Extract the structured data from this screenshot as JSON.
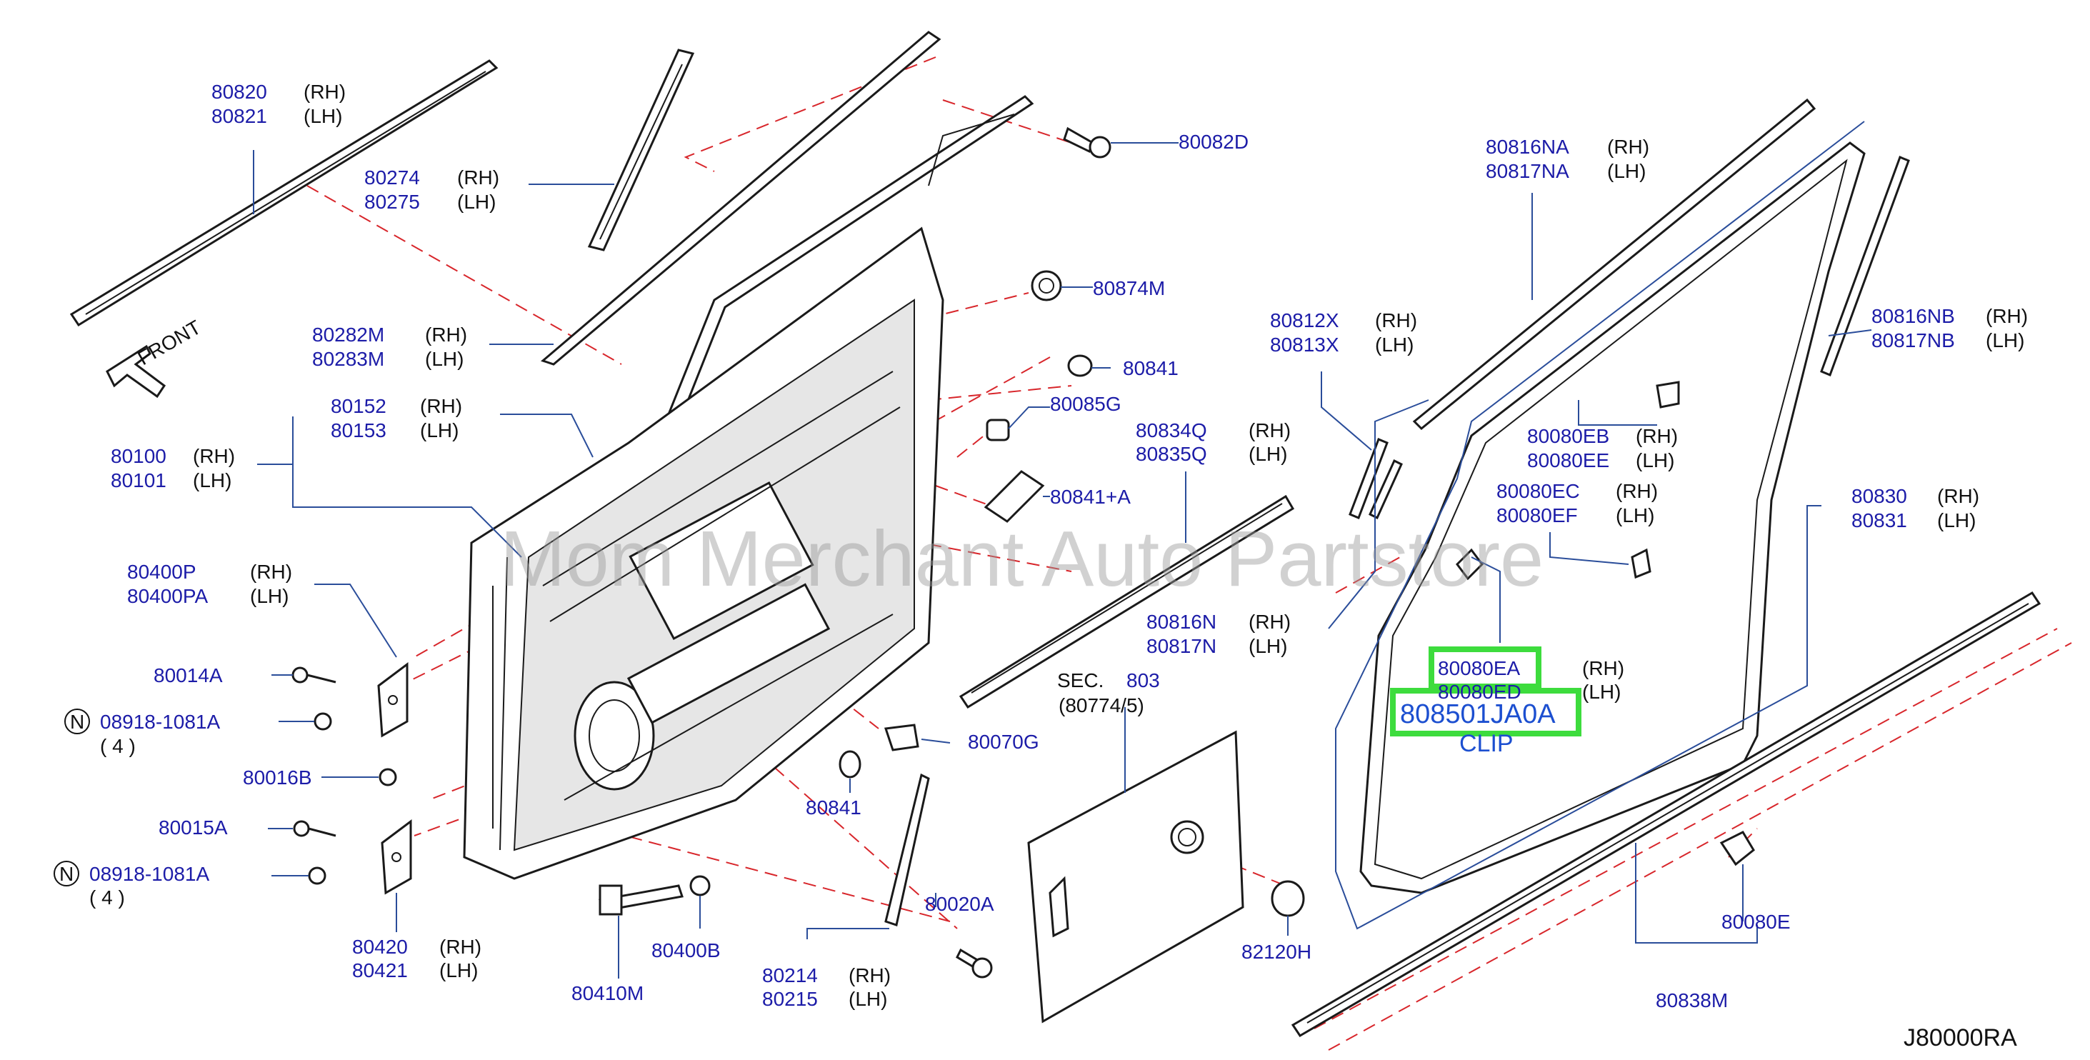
{
  "labels": {
    "l80820": "80820",
    "l80821": "80821",
    "l80274": "80274",
    "l80275": "80275",
    "l80282M": "80282M",
    "l80283M": "80283M",
    "l80152": "80152",
    "l80153": "80153",
    "l80100": "80100",
    "l80101": "80101",
    "l80400P": "80400P",
    "l80400PA": "80400PA",
    "l80014A": "80014A",
    "l08918a": "08918-1081A",
    "l08918a_qty": "( 4 )",
    "l80016B": "80016B",
    "l80015A": "80015A",
    "l08918b": "08918-1081A",
    "l08918b_qty": "( 4 )",
    "l80420": "80420",
    "l80421": "80421",
    "l80410M": "80410M",
    "l80400B": "80400B",
    "l80214": "80214",
    "l80215": "80215",
    "l80020A": "80020A",
    "l80841b": "80841",
    "l80070G": "80070G",
    "l80082D": "80082D",
    "l80874M": "80874M",
    "l80841a": "80841",
    "l80085G": "80085G",
    "l80841A": "80841+A",
    "l80834Q": "80834Q",
    "l80835Q": "80835Q",
    "l80816N": "80816N",
    "l80817N": "80817N",
    "lSEC": "SEC.",
    "lSEC_num": "803",
    "lSEC_ref": "(80774/5)",
    "l82120H": "82120H",
    "l80812X": "80812X",
    "l80813X": "80813X",
    "l80816NA": "80816NA",
    "l80817NA": "80817NA",
    "l80080EB": "80080EB",
    "l80080EE": "80080EE",
    "l80080EC": "80080EC",
    "l80080EF": "80080EF",
    "l80080EA": "80080EA",
    "l80080ED": "80080ED",
    "l808501JA0A": "808501JA0A",
    "lCLIP": "CLIP",
    "l80816NB": "80816NB",
    "l80817NB": "80817NB",
    "l80830": "80830",
    "l80831": "80831",
    "l80080E": "80080E",
    "l80838M": "80838M",
    "front": "FRONT",
    "diagram_code": "J80000RA",
    "rh": "(RH)",
    "lh": "(LH)",
    "n_mark": "N",
    "watermark": "Mom Merchant Auto Partstore"
  },
  "colors": {
    "part_number_blue": "#1c1ca8",
    "highlight_green": "#3ddc3d",
    "dashed_red": "#d8262b",
    "leader_blue": "#2a4d9a"
  }
}
